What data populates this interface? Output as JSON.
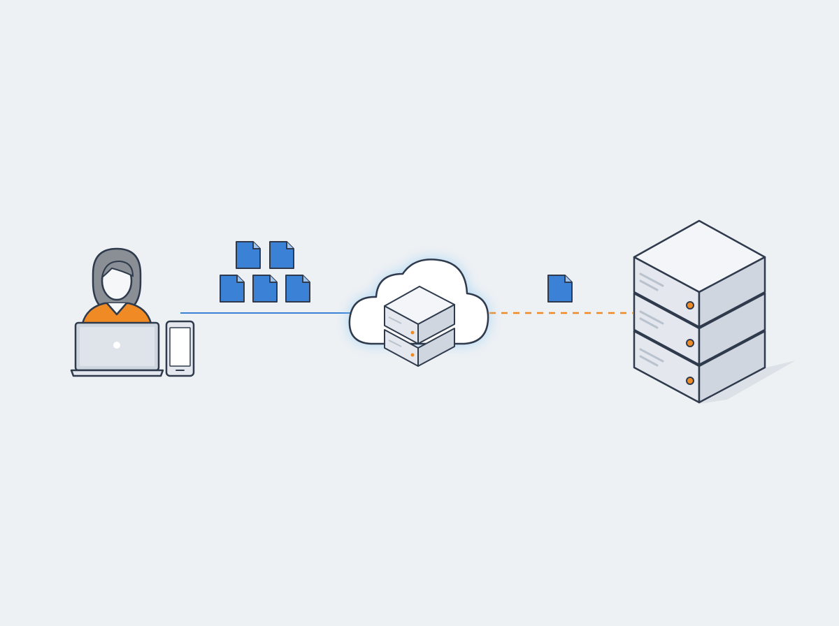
{
  "diagram": {
    "nodes": [
      {
        "id": "user",
        "icon": "person-icon"
      },
      {
        "id": "laptop",
        "icon": "laptop-icon"
      },
      {
        "id": "phone",
        "icon": "phone-icon"
      },
      {
        "id": "cloud",
        "icon": "cloud-server-icon"
      },
      {
        "id": "datacenter",
        "icon": "server-stack-icon"
      }
    ],
    "edges": [
      {
        "from": "laptop",
        "to": "cloud",
        "style": "solid"
      },
      {
        "from": "cloud",
        "to": "datacenter",
        "style": "dashed"
      }
    ],
    "files_left_count": 5,
    "files_right_count": 1
  },
  "colors": {
    "background": "#eef1f4",
    "outline": "#2f3b4d",
    "accent_blue": "#3b82d6",
    "accent_orange": "#f08a24",
    "hair_gray": "#8a8f96",
    "face_light": "#f6f7f9",
    "server_top": "#f3f5f8",
    "server_front": "#e4e8ee",
    "server_side": "#cfd6df",
    "cloud_glow": "#8ccaf5"
  }
}
